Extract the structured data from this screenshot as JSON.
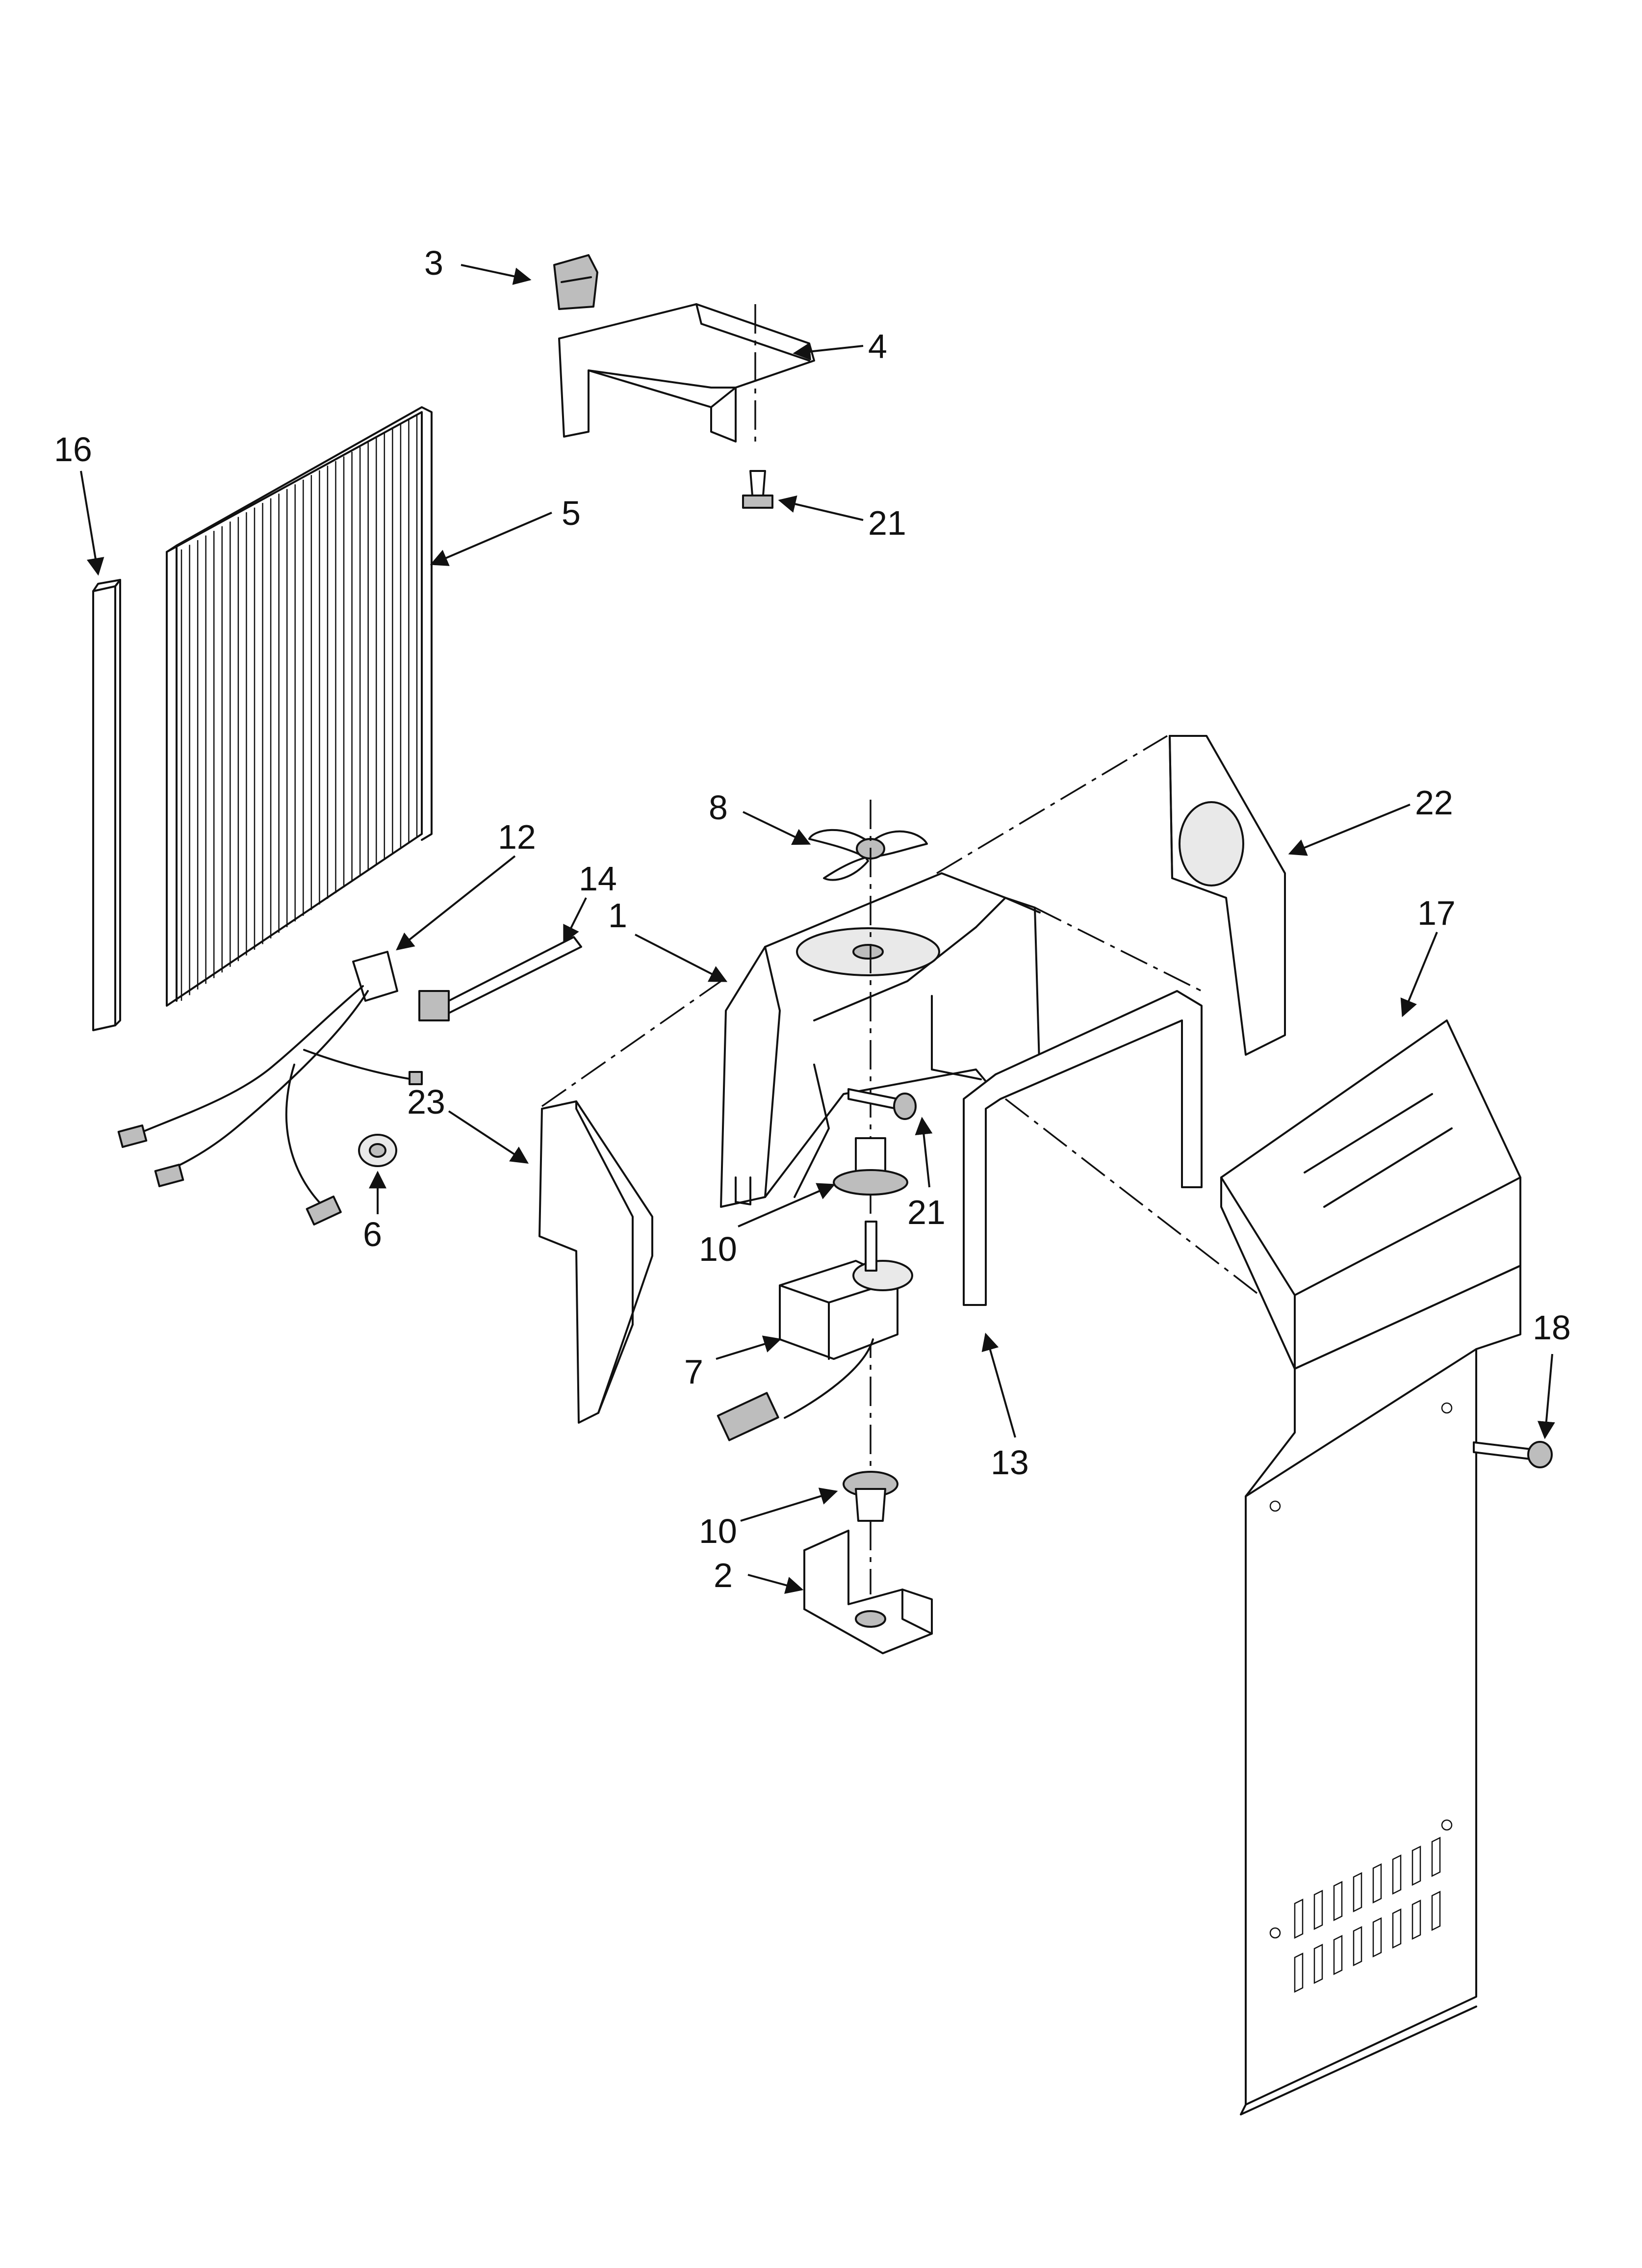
{
  "callouts": [
    {
      "id": "c3",
      "label": "3"
    },
    {
      "id": "c4",
      "label": "4"
    },
    {
      "id": "c16",
      "label": "16"
    },
    {
      "id": "c5",
      "label": "5"
    },
    {
      "id": "c21a",
      "label": "21"
    },
    {
      "id": "c8",
      "label": "8"
    },
    {
      "id": "c22",
      "label": "22"
    },
    {
      "id": "c12",
      "label": "12"
    },
    {
      "id": "c14",
      "label": "14"
    },
    {
      "id": "c1",
      "label": "1"
    },
    {
      "id": "c17",
      "label": "17"
    },
    {
      "id": "c23",
      "label": "23"
    },
    {
      "id": "c6",
      "label": "6"
    },
    {
      "id": "c10a",
      "label": "10"
    },
    {
      "id": "c21b",
      "label": "21"
    },
    {
      "id": "c7",
      "label": "7"
    },
    {
      "id": "c13",
      "label": "13"
    },
    {
      "id": "c18",
      "label": "18"
    },
    {
      "id": "c10b",
      "label": "10"
    },
    {
      "id": "c2",
      "label": "2"
    }
  ],
  "colors": {
    "ink": "#111111",
    "fill": "#e9e9e9",
    "shade": "#bdbdbd",
    "background": "#ffffff"
  }
}
